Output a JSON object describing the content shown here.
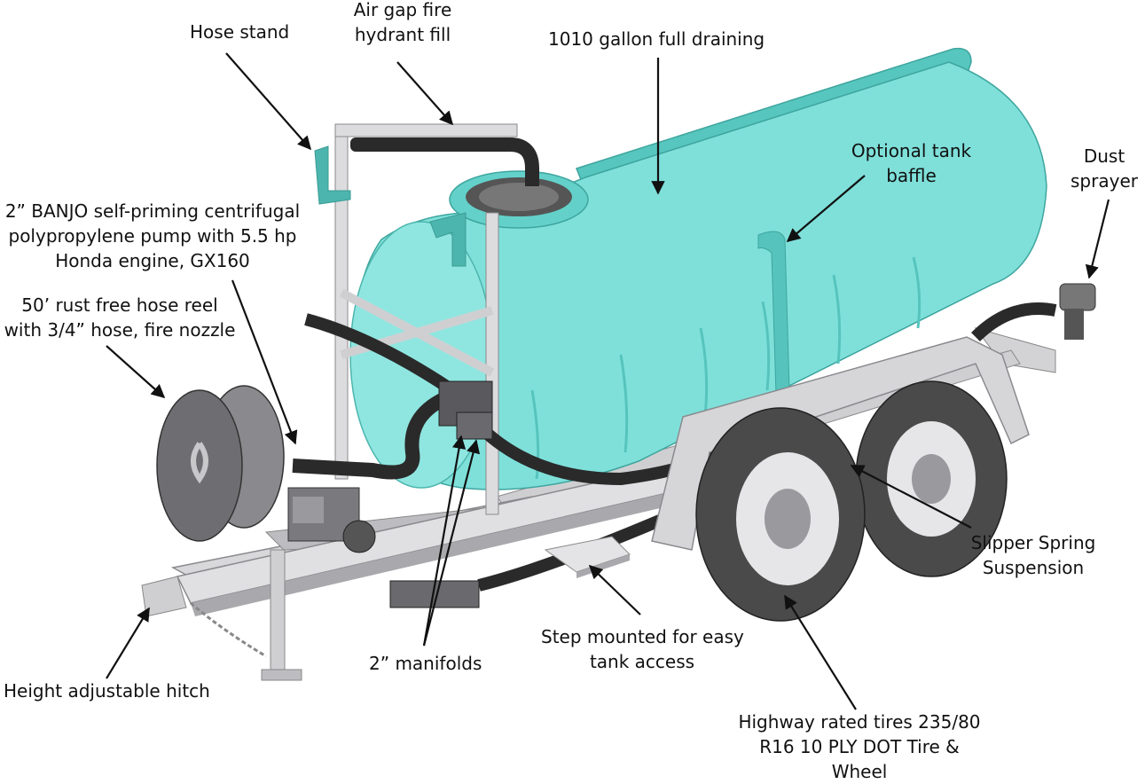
{
  "colors": {
    "tank": "#7fe0da",
    "tank_shade": "#56c4bd",
    "tank_rim": "#4cb5ad",
    "frame": "#dadadc",
    "frame_shade": "#a9a9ad",
    "hose": "#2a2a2a",
    "tire": "#4a4a4a",
    "rim": "#e6e6e8",
    "arrow": "#111111"
  },
  "labels": {
    "hose_stand": "Hose stand",
    "air_gap_1": "Air gap fire",
    "air_gap_2": "hydrant fill",
    "capacity": "1010 gallon full draining",
    "baffle_1": "Optional tank",
    "baffle_2": "baffle",
    "dust_1": "Dust",
    "dust_2": "sprayer",
    "pump_1": "2” BANJO self-priming centrifugal",
    "pump_2": "polypropylene pump with 5.5 hp",
    "pump_3": "Honda engine, GX160",
    "reel_1": "50’ rust free hose reel",
    "reel_2": "with 3/4” hose, fire nozzle",
    "suspension_1": "Slipper Spring",
    "suspension_2": "Suspension",
    "step_1": "Step mounted for easy",
    "step_2": "tank access",
    "manifolds": "2” manifolds",
    "hitch": "Height adjustable hitch",
    "tires_1": "Highway rated tires 235/80",
    "tires_2": "R16 10 PLY DOT Tire &",
    "tires_3": "Wheel"
  }
}
